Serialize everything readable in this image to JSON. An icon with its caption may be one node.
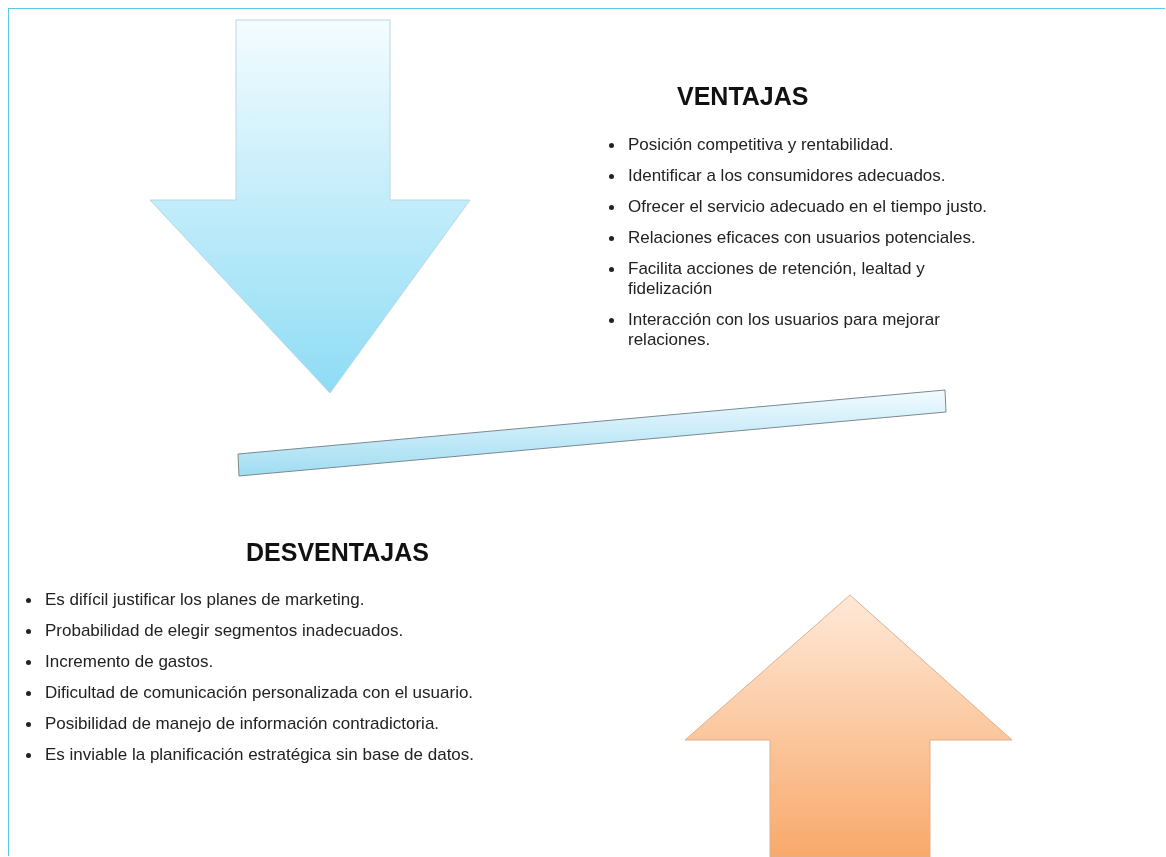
{
  "diagram": {
    "labels": [
      "VENTAJAS",
      "Posición competitiva y rentabilidad.",
      "Identificar a los consumidores adecuados.",
      "Ofrecer el servicio adecuado en el tiempo justo.",
      "Relaciones eficaces con usuarios potenciales.",
      "Facilita acciones de retención, lealtad y fidelización",
      "Interacción con los usuarios para mejorar relaciones.",
      "DESVENTAJAS",
      "Es difícil justificar los planes de marketing.",
      "Probabilidad de elegir segmentos inadecuados.",
      "Incremento de gastos.",
      "Dificultad de comunicación personalizada con el usuario.",
      "Posibilidad de manejo de información contradictoria.",
      "Es inviable la planificación estratégica sin base de datos."
    ]
  }
}
